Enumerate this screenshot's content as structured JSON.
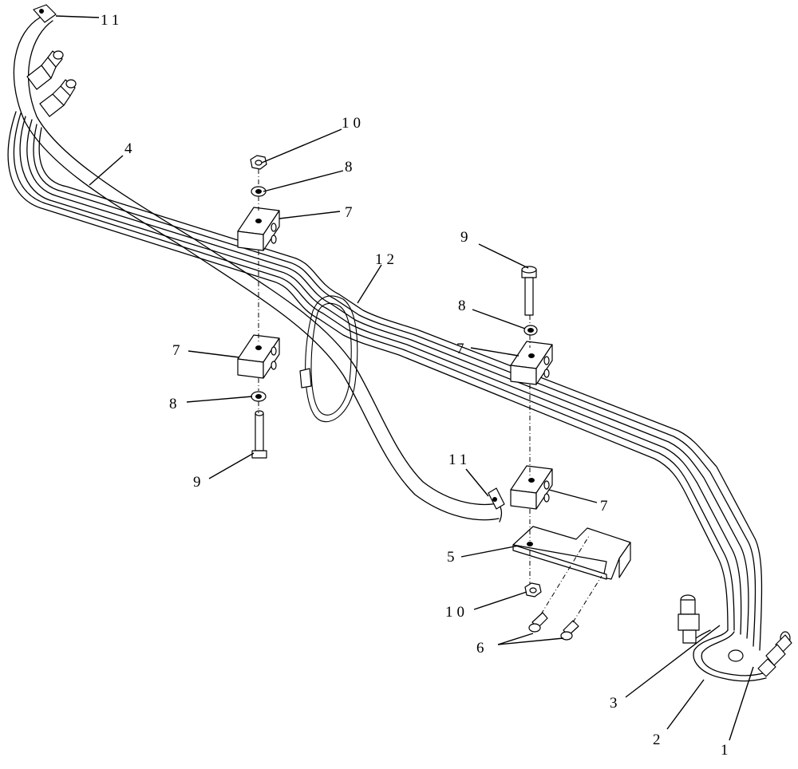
{
  "callouts": {
    "c1": "1",
    "c2": "2",
    "c3": "3",
    "c4": "4",
    "c5": "5",
    "c6": "6",
    "c7a": "7",
    "c7b": "7",
    "c7c": "7",
    "c7d": "7",
    "c8a": "8",
    "c8b": "8",
    "c8c": "8",
    "c9a": "9",
    "c9b": "9",
    "c10a": "10",
    "c10b": "10",
    "c11a": "11",
    "c11b": "11",
    "c12": "12"
  }
}
